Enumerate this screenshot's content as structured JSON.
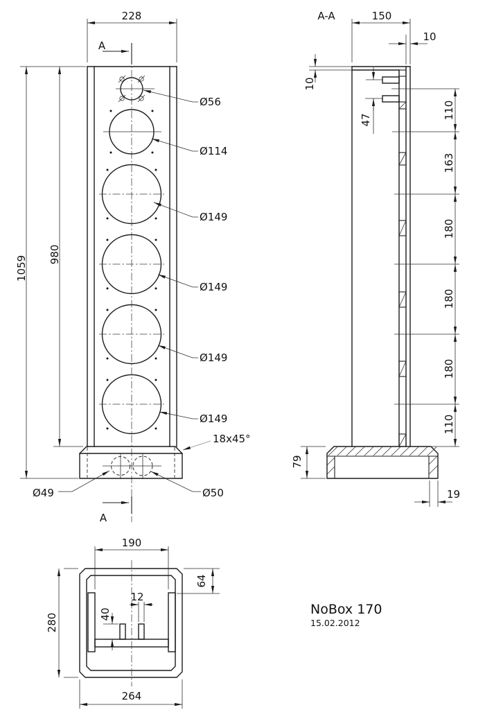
{
  "meta": {
    "title": "NoBox 170",
    "date": "15.02.2012"
  },
  "front": {
    "section_marker": "A",
    "dim_width": "228",
    "dim_height_total": "1059",
    "dim_height_body": "980",
    "drivers": [
      "Ø56",
      "Ø114",
      "Ø149",
      "Ø149",
      "Ø149",
      "Ø149"
    ],
    "chamfer": "18x45°",
    "port_left": "Ø49",
    "port_right": "Ø50"
  },
  "section": {
    "label": "A-A",
    "dim_depth": "150",
    "dim_rear_panel": "10",
    "dim_top_panel": "10",
    "dim_tab_gap": "47",
    "spacings": [
      "110",
      "163",
      "180",
      "180",
      "180",
      "110"
    ],
    "dim_base_height": "79",
    "dim_base_edge": "19"
  },
  "bottom": {
    "dim_inner_width": "190",
    "dim_depth": "280",
    "dim_outer_width": "264",
    "dim_front_offset": "64",
    "dim_post_height": "40",
    "dim_post_width": "12"
  }
}
